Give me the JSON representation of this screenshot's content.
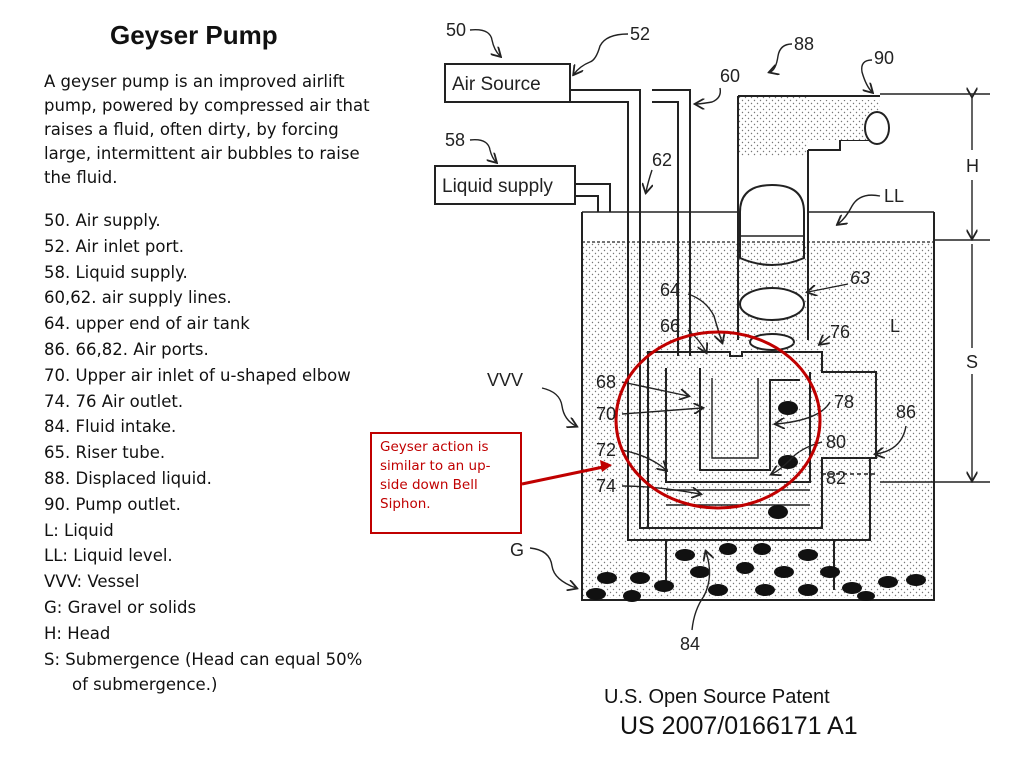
{
  "title": "Geyser Pump",
  "intro": "A geyser pump is an improved airlift pump, powered by compressed air that raises a  fluid, often dirty, by forcing large, intermittent air bubbles to raise the fluid.",
  "legend": [
    "50. Air supply.",
    "52. Air inlet port.",
    "58. Liquid supply.",
    "60,62. air supply lines.",
    "64. upper end of air tank",
    "86. 66,82. Air ports.",
    "70. Upper air inlet of u-shaped elbow",
    "74. 76 Air outlet.",
    "84. Fluid intake.",
    "65. Riser tube.",
    "88. Displaced liquid.",
    "90. Pump outlet.",
    "L: Liquid",
    "LL: Liquid level.",
    "VVV: Vessel",
    "G: Gravel or solids",
    "H: Head",
    "S: Submergence (Head can equal 50% of submergence.)"
  ],
  "callout": "Geyser action is similar to an up-side down Bell Siphon.",
  "patent": {
    "line1": "U.S. Open Source Patent",
    "line2": "US 2007/0166171 A1"
  },
  "diagram": {
    "air_source_box": "Air Source",
    "liquid_supply_box": "Liquid supply",
    "labels": {
      "n50": "50",
      "n52": "52",
      "n58": "58",
      "n60": "60",
      "n62": "62",
      "n88": "88",
      "n90": "90",
      "LL": "LL",
      "n63": "63",
      "n64": "64",
      "n66": "66",
      "n76": "76",
      "L": "L",
      "VVV": "VVV",
      "n68": "68",
      "n70": "70",
      "n78": "78",
      "n86": "86",
      "n72": "72",
      "n80": "80",
      "n82": "82",
      "n74": "74",
      "G": "G",
      "n84": "84",
      "H": "H",
      "S": "S"
    },
    "colors": {
      "callout": "#c00000",
      "circle": "#c00000",
      "ink": "#222222"
    }
  }
}
